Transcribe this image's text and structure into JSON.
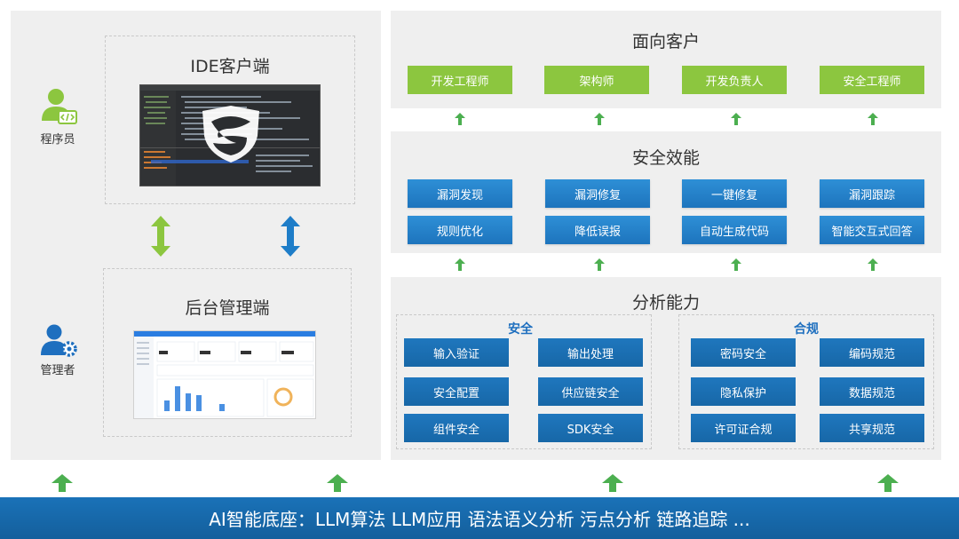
{
  "left": {
    "ide_title": "IDE客户端",
    "admin_title": "后台管理端",
    "programmer_label": "程序员",
    "admin_label": "管理者"
  },
  "customers": {
    "title": "面向客户",
    "items": [
      "开发工程师",
      "架构师",
      "开发负责人",
      "安全工程师"
    ]
  },
  "efficacy": {
    "title": "安全效能",
    "row1": [
      "漏洞发现",
      "漏洞修复",
      "一键修复",
      "漏洞跟踪"
    ],
    "row2": [
      "规则优化",
      "降低误报",
      "自动生成代码",
      "智能交互式回答"
    ]
  },
  "analysis": {
    "title": "分析能力",
    "security": {
      "title": "安全",
      "items": [
        "输入验证",
        "输出处理",
        "安全配置",
        "供应链安全",
        "组件安全",
        "SDK安全"
      ]
    },
    "compliance": {
      "title": "合规",
      "items": [
        "密码安全",
        "编码规范",
        "隐私保护",
        "数据规范",
        "许可证合规",
        "共享规范"
      ]
    }
  },
  "base": {
    "label": "AI智能底座：LLM算法 LLM应用 语法语义分析 污点分析 链路追踪 ..."
  },
  "colors": {
    "green": "#8cc63f",
    "blue": "#1e7dc8",
    "panel": "#efefef"
  }
}
